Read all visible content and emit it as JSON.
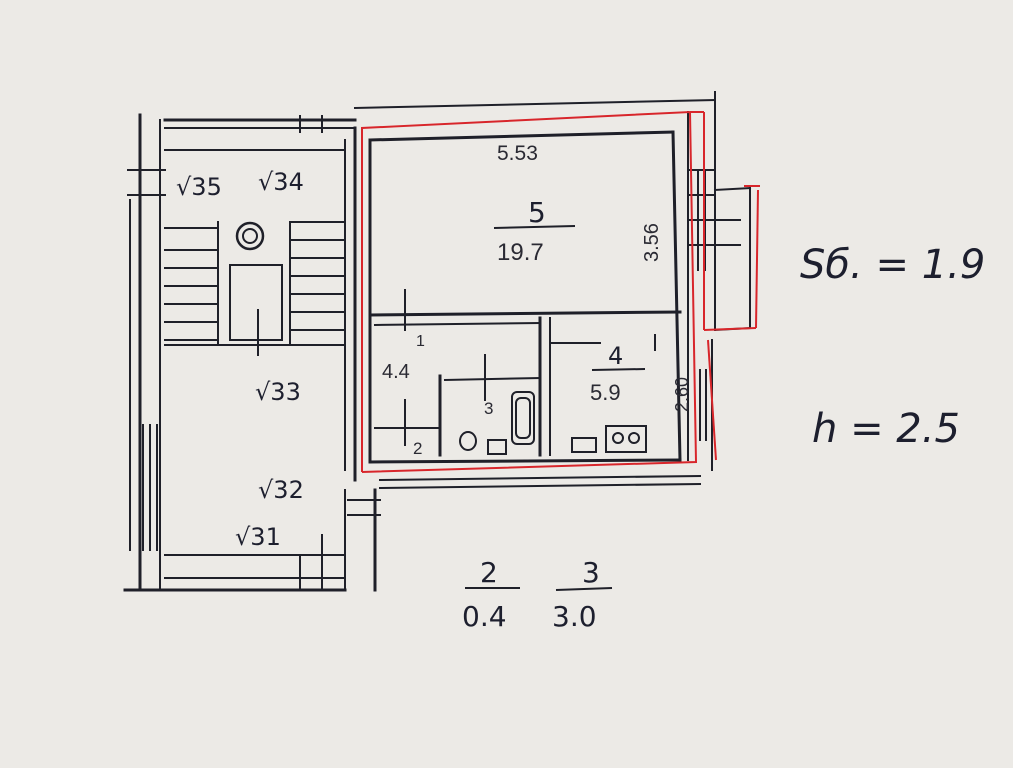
{
  "colors": {
    "paper": "#eceae6",
    "ink": "#1f2029",
    "outline": "#d8262b",
    "pen": "#1d1f2e"
  },
  "flats": {
    "f35": "√35",
    "f34": "√34",
    "f33": "√33",
    "f32": "√32",
    "f31": "√31"
  },
  "rooms": {
    "r5": {
      "number": "5",
      "area": "19.7",
      "width": "5.53",
      "depth": "3.56"
    },
    "r4": {
      "number": "4",
      "area": "5.9",
      "depth": "2.60"
    },
    "r1": {
      "number": "1",
      "area": "4.4"
    },
    "r2": {
      "number": "2"
    },
    "r3": {
      "number": "3"
    }
  },
  "legend": {
    "l2": {
      "number": "2",
      "area": "0.4"
    },
    "l3": {
      "number": "3",
      "area": "3.0"
    }
  },
  "notes": {
    "balcony": "Sб. = 1.9",
    "height": "h = 2.5"
  }
}
